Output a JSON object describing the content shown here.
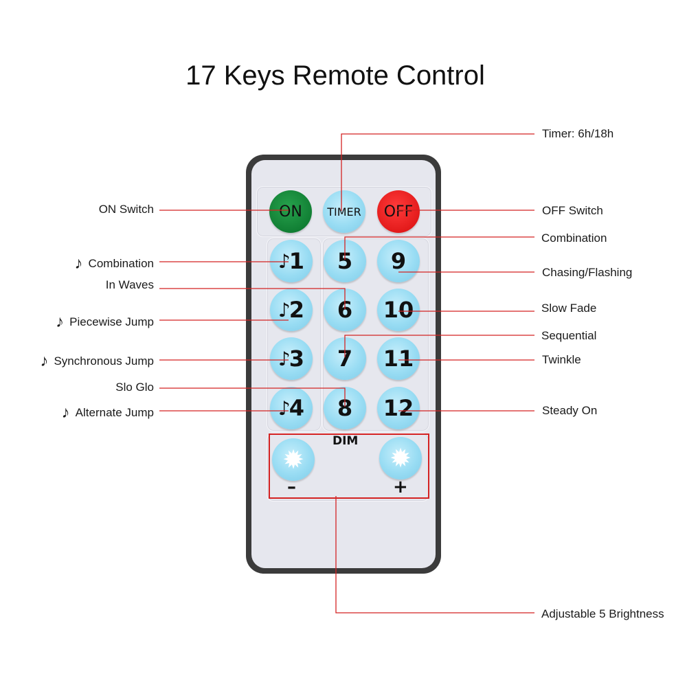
{
  "title": "17 Keys Remote Control",
  "colors": {
    "line": "#d42222",
    "key_blue": "#98dcf3",
    "key_on": "#117f34",
    "key_off": "#e31b1b",
    "body": "#3b3b3b"
  },
  "remote": {
    "keys": {
      "on": "ON",
      "timer": "TIMER",
      "off": "OFF",
      "music1": "1",
      "music2": "2",
      "music3": "3",
      "music4": "4",
      "k5": "5",
      "k6": "6",
      "k7": "7",
      "k8": "8",
      "k9": "9",
      "k10": "10",
      "k11": "11",
      "k12": "12",
      "note_glyph": "♪",
      "sun_glyph": "✹"
    },
    "dim_label": "DIM",
    "minus": "–",
    "plus": "+"
  },
  "labels": {
    "timer": "Timer: 6h/18h",
    "on_switch": "ON Switch",
    "off_switch": "OFF Switch",
    "combination_right": "Combination",
    "combination_left": "Combination",
    "chasing": "Chasing/Flashing",
    "in_waves": "In Waves",
    "slow_fade": "Slow Fade",
    "piecewise": "Piecewise Jump",
    "sequential": "Sequential",
    "synchronous": "Synchronous Jump",
    "twinkle": "Twinkle",
    "slo_glo": "Slo Glo",
    "alternate": "Alternate Jump",
    "steady_on": "Steady On",
    "brightness": "Adjustable 5 Brightness"
  }
}
